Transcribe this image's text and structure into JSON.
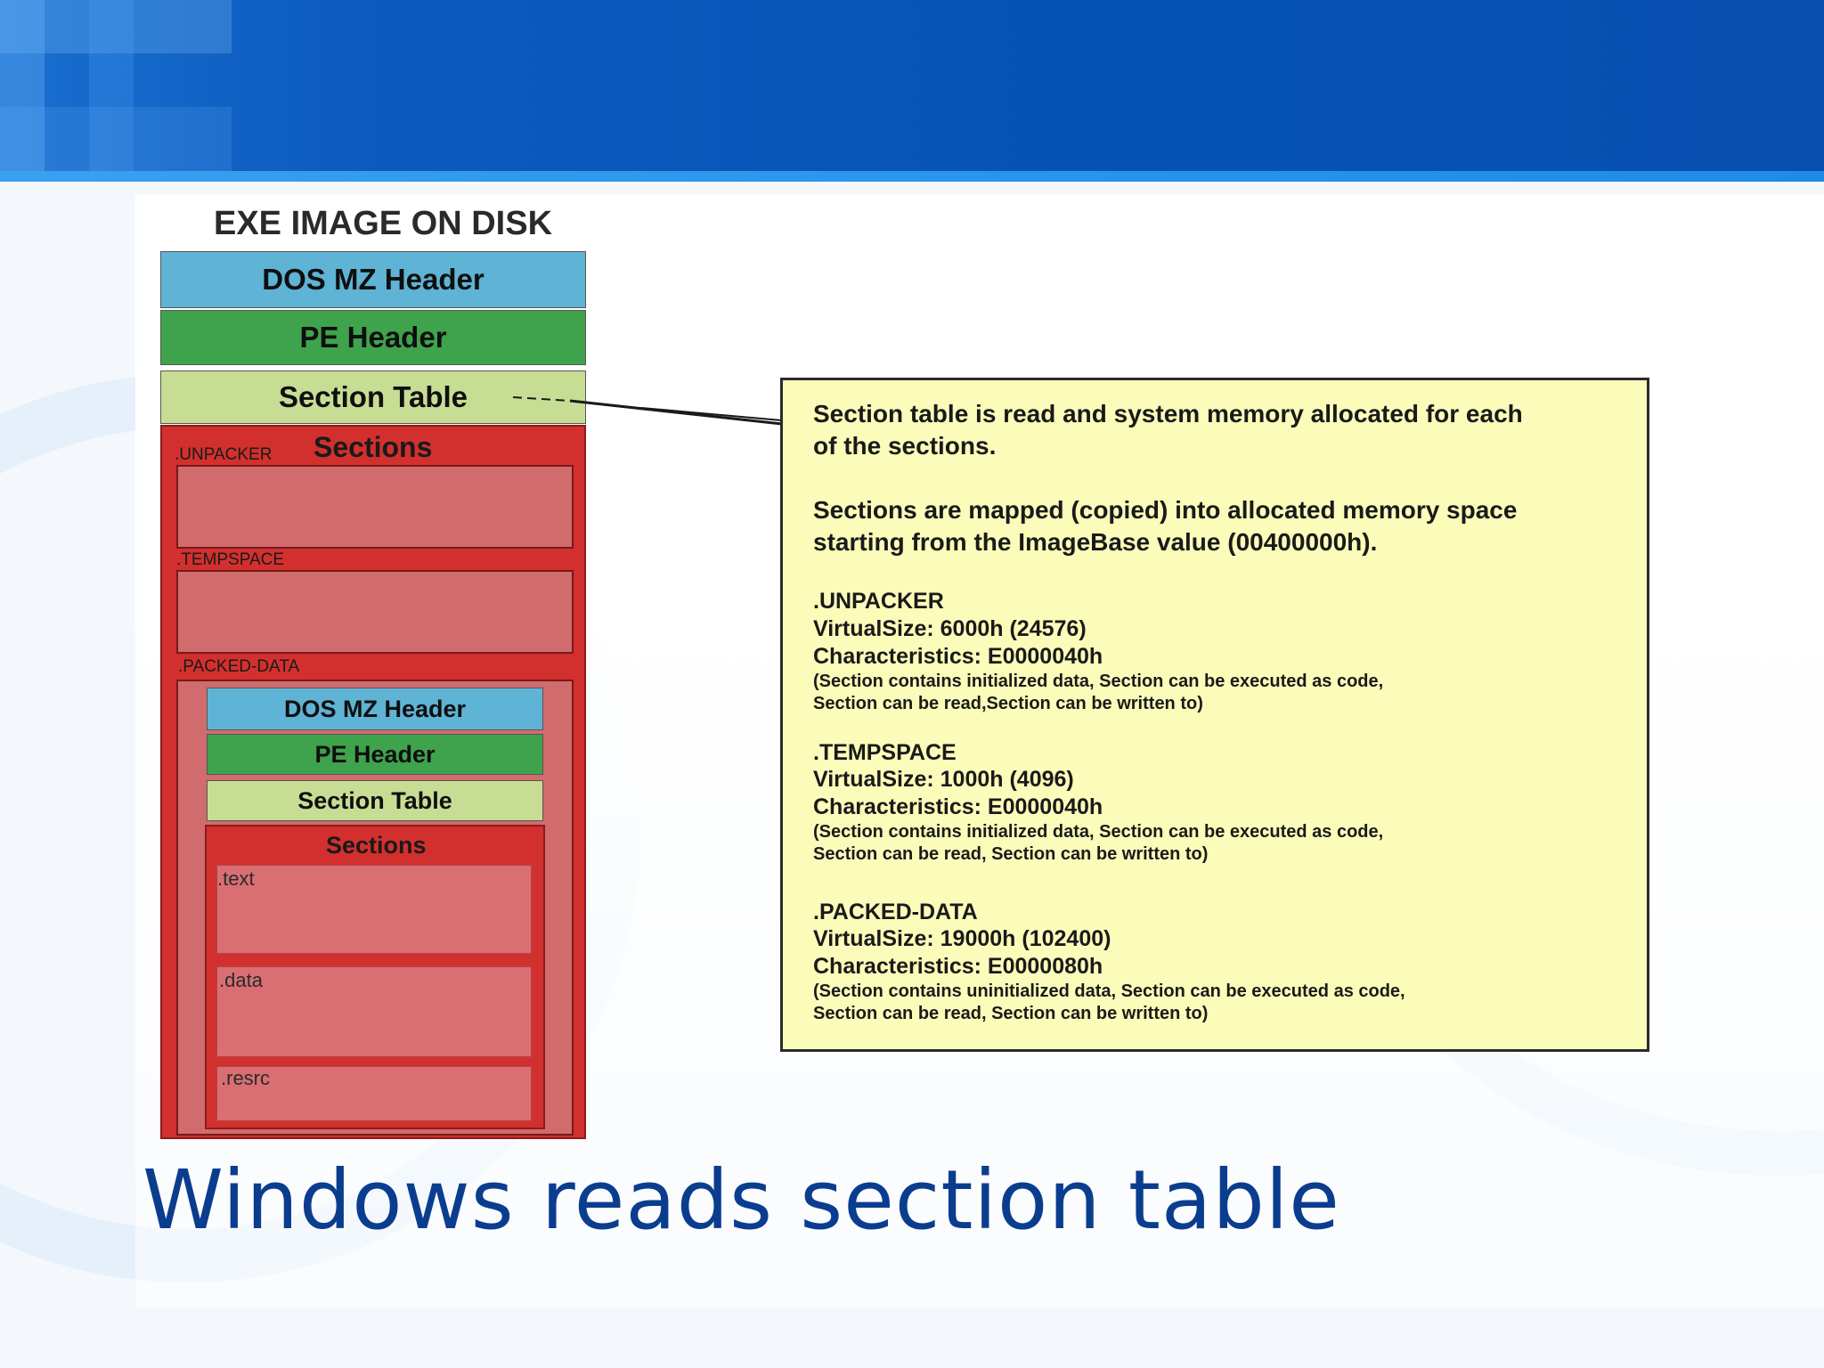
{
  "slide": {
    "title": "Windows reads section table"
  },
  "diagram": {
    "column_title": "EXE IMAGE ON DISK",
    "outer_headers": {
      "dos": "DOS MZ Header",
      "pe": "PE Header",
      "section_table": "Section Table",
      "sections": "Sections"
    },
    "section_labels": {
      "unpacker": ".UNPACKER",
      "tempspace": ".TEMPSPACE",
      "packed_data": ".PACKED-DATA"
    },
    "inner_headers": {
      "dos": "DOS MZ Header",
      "pe": "PE Header",
      "section_table": "Section Table",
      "sections": "Sections"
    },
    "inner_sections": [
      ".text",
      ".data",
      ".resrc"
    ],
    "colors": {
      "dos_header": "#5fb3d4",
      "pe_header": "#3fa34d",
      "section_table": "#c8dd94",
      "sections": "#d2302e",
      "callout": "#fbfbba",
      "title": "#0b3d8f"
    }
  },
  "callout": {
    "intro_line1": "Section table is read and system memory allocated for each",
    "intro_line2": "of the sections.",
    "intro_line3": "Sections are mapped (copied) into allocated memory space",
    "intro_line4": "starting from the ImageBase value (00400000h).",
    "sections": [
      {
        "name": ".UNPACKER",
        "virtual_size": "VirtualSize: 6000h (24576)",
        "characteristics": "Characteristics: E0000040h",
        "note1": "(Section contains initialized data, Section can be executed as code,",
        "note2": "Section can be read,Section can be written to)"
      },
      {
        "name": ".TEMPSPACE",
        "virtual_size": "VirtualSize: 1000h (4096)",
        "characteristics": "Characteristics: E0000040h",
        "note1": "(Section contains initialized data, Section can be executed as code,",
        "note2": "Section can be read, Section can be written to)"
      },
      {
        "name": ".PACKED-DATA",
        "virtual_size": "VirtualSize: 19000h (102400)",
        "characteristics": "Characteristics: E0000080h",
        "note1": "(Section contains uninitialized data, Section can be executed as code,",
        "note2": "Section can be read, Section can be written to)"
      }
    ]
  }
}
